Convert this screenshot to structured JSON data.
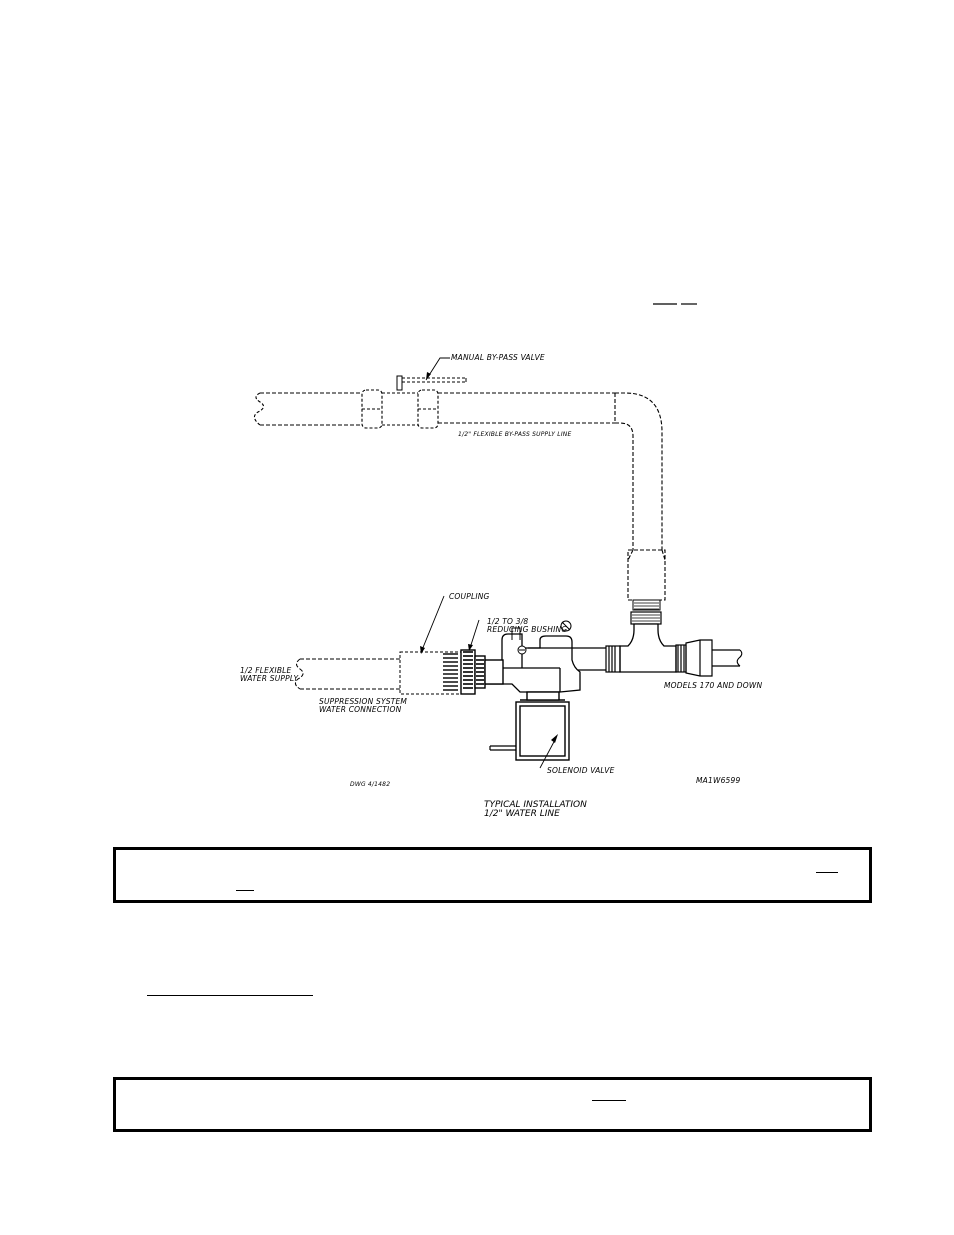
{
  "figure": {
    "labels": {
      "bypass_valve": "MANUAL BY-PASS VALVE",
      "bypass_line": "1/2\" FLEXIBLE BY-PASS SUPPLY LINE",
      "coupling": "COUPLING",
      "bushing_line1": "1/2 TO 3/8",
      "bushing_line2": "REDUCING BUSHING",
      "water_supply_line1": "1/2 FLEXIBLE",
      "water_supply_line2": "WATER SUPPLY",
      "suppression_line1": "SUPPRESSION SYSTEM",
      "suppression_line2": "WATER CONNECTION",
      "models": "MODELS 170 AND DOWN",
      "solenoid": "SOLENOID VALVE",
      "drawing_number": "MA1W6599",
      "drawing_date": "DWG 4/1482"
    },
    "caption_line1": "TYPICAL INSTALLATION",
    "caption_line2": "1/2\" WATER LINE"
  },
  "colors": {
    "ink": "#000000",
    "paper": "#ffffff"
  }
}
